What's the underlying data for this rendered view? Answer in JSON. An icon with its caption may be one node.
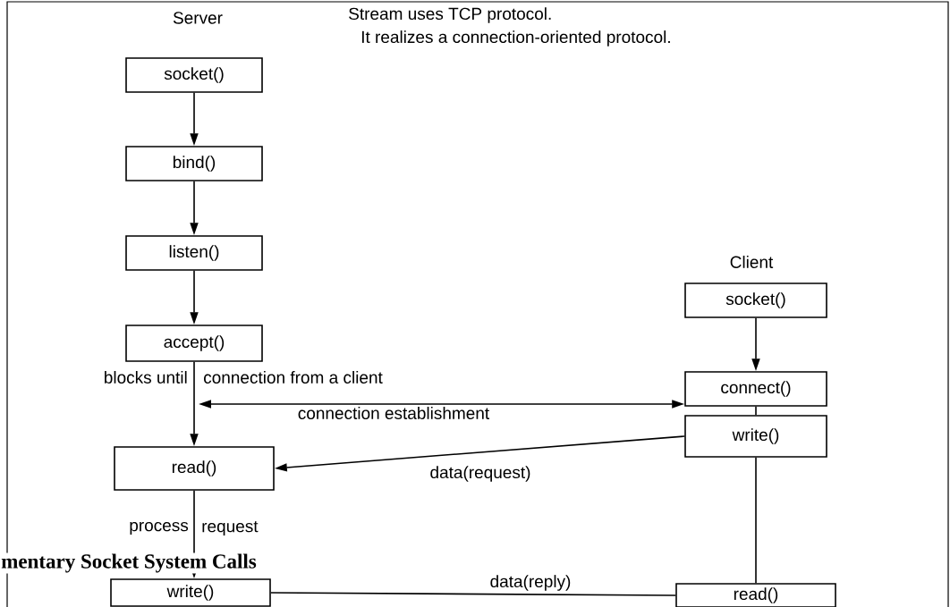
{
  "diagram": {
    "caption": "mentary Socket System Calls",
    "nodes": [
      {
        "text": [
          "socket()"
        ]
      },
      {
        "text": [
          "bind()"
        ]
      },
      {
        "text": [
          "listen()"
        ]
      },
      {
        "text": [
          "accept()"
        ]
      },
      {
        "text": [
          "read()"
        ]
      },
      {
        "text": [
          "write()"
        ]
      },
      {
        "text": [
          "socket()"
        ]
      },
      {
        "text": [
          "connect()"
        ]
      },
      {
        "text": [
          "write()"
        ]
      },
      {
        "text": [
          "read()"
        ]
      }
    ],
    "edges": [
      {
        "from": 0,
        "to": 1,
        "arrow": "to"
      },
      {
        "from": 1,
        "to": 2,
        "arrow": "to"
      },
      {
        "from": 2,
        "to": 3,
        "arrow": "to"
      },
      {
        "from": 3,
        "to": 4,
        "arrow": "to"
      },
      {
        "from": 4,
        "to": 5,
        "arrow": "to"
      },
      {
        "from": 6,
        "to": 7,
        "arrow": "to"
      },
      {
        "from": 7,
        "to": 8,
        "arrow": "none"
      },
      {
        "from": 8,
        "to": 9,
        "arrow": "none"
      },
      {
        "from": null,
        "to": 7,
        "arrow": "both",
        "label": "connection establishment"
      },
      {
        "from": 8,
        "to": 4,
        "arrow": "to",
        "label": "data(request)"
      },
      {
        "from": 5,
        "to": 9,
        "arrow": "none",
        "label": "data(reply)"
      }
    ],
    "labels": [
      "Server",
      "Stream uses TCP protocol.",
      "It realizes a connection-oriented protocol.",
      "Client",
      "blocks until",
      "connection from a client",
      "process",
      "request"
    ]
  }
}
